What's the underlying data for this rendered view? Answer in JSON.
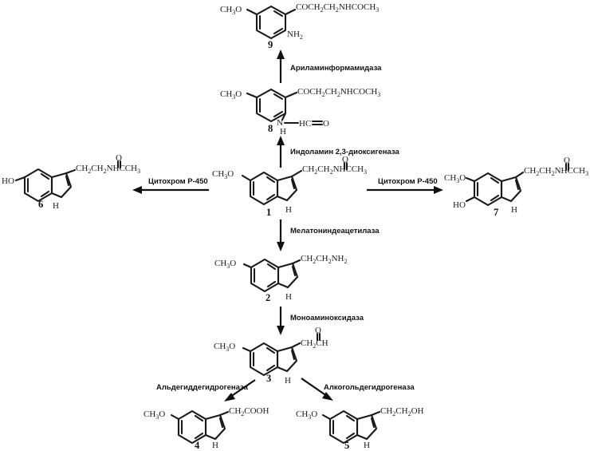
{
  "compounds": [
    {
      "id": "1",
      "groups": [
        "CH3O",
        "CH2CH2NHCCH3",
        "O",
        "H"
      ]
    },
    {
      "id": "2",
      "groups": [
        "CH3O",
        "CH2CH2NH2",
        "H"
      ]
    },
    {
      "id": "3",
      "groups": [
        "CH3O",
        "CH2CH",
        "O",
        "H"
      ]
    },
    {
      "id": "4",
      "groups": [
        "CH3O",
        "CH2COOH",
        "H"
      ]
    },
    {
      "id": "5",
      "groups": [
        "CH3O",
        "CH2CH2OH",
        "H"
      ]
    },
    {
      "id": "6",
      "groups": [
        "HO",
        "CH2CH2NHCCH3",
        "O",
        "H"
      ]
    },
    {
      "id": "7",
      "groups": [
        "CH3O",
        "HO",
        "CH2CH2NHCCH3",
        "O",
        "H"
      ]
    },
    {
      "id": "8",
      "groups": [
        "CH3O",
        "COCH2CH2NHCOCH3",
        "N",
        "H",
        "HC",
        "O"
      ]
    },
    {
      "id": "9",
      "groups": [
        "CH3O",
        "COCH2CH2NHCOCH3",
        "NH2"
      ]
    }
  ],
  "enzymes": {
    "e_1_8": "Индоламин 2,3-диоксигеназа",
    "e_8_9": "Ариламинформамидаза",
    "e_1_6": "Цитохром Р-450",
    "e_1_7": "Цитохром Р-450",
    "e_1_2": "Мелатониндеацетилаза",
    "e_2_3": "Моноаминоксидаза",
    "e_3_4": "Альдегиддегидрогеназа",
    "e_3_5": "Алкогольдегидрогеназа"
  }
}
